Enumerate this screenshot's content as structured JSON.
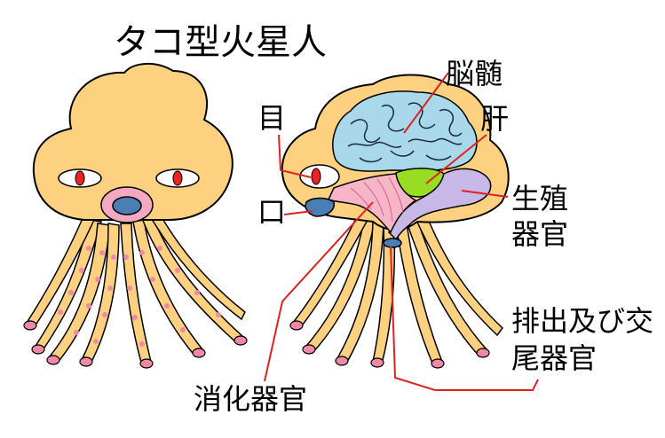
{
  "title": "タコ型火星人",
  "labels": {
    "brain": "脳髄",
    "liver": "肝",
    "eye": "目",
    "mouth": "口",
    "reproductive": "生殖器官",
    "excretory": "排出及び交尾器官",
    "digestive": "消化器官"
  },
  "colors": {
    "body": "#fdd17f",
    "outline": "#000000",
    "brain": "#a8d8ea",
    "liver": "#99dd22",
    "reproductive": "#c8b8e8",
    "digestive": "#f7b6c8",
    "mouth_ring": "#f5a9c0",
    "mouth_inner": "#4a7fb5",
    "eye_red": "#ee2222",
    "spots": "#f088a8",
    "leader": "#dd2222"
  }
}
